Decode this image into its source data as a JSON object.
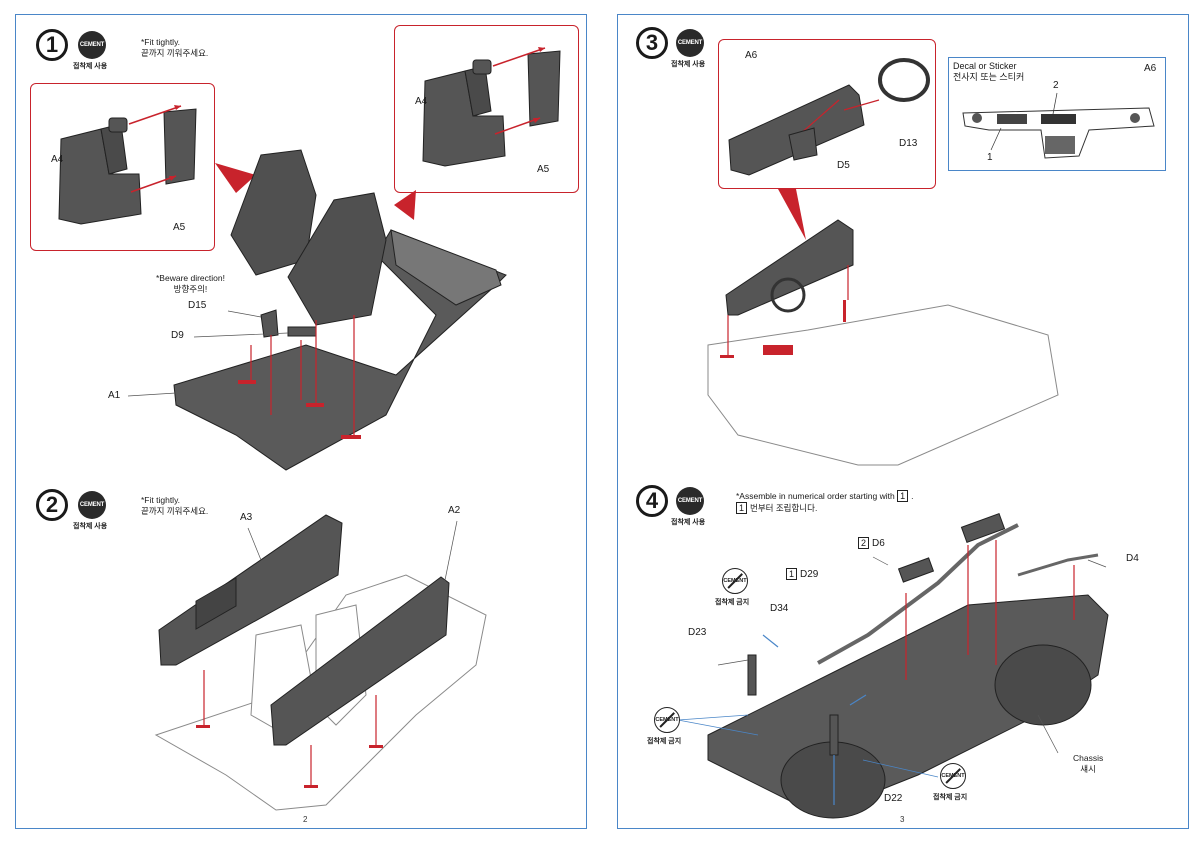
{
  "left_page": {
    "number": "2",
    "step1": {
      "number": "1",
      "cement_icon": "CEMENT",
      "cement_caption": "접착제 사용",
      "note_en": "*Fit tightly.",
      "note_ko": "끝까지 끼워주세요.",
      "direction_note_en": "*Beware direction!",
      "direction_note_ko": "방향주의!",
      "labels": {
        "a4_left": "A4",
        "a5_left": "A5",
        "a4_right": "A4",
        "a5_right": "A5",
        "d15": "D15",
        "d9": "D9",
        "a1": "A1"
      }
    },
    "step2": {
      "number": "2",
      "cement_icon": "CEMENT",
      "cement_caption": "접착제 사용",
      "note_en": "*Fit tightly.",
      "note_ko": "끝까지 끼워주세요.",
      "labels": {
        "a3": "A3",
        "a2": "A2"
      }
    }
  },
  "right_page": {
    "number": "3",
    "step3": {
      "number": "3",
      "cement_icon": "CEMENT",
      "cement_caption": "접착제 사용",
      "labels": {
        "a6": "A6",
        "d5": "D5",
        "d13": "D13"
      },
      "decal_box": {
        "title_en": "Decal or Sticker",
        "title_ko": "전사지 또는 스티커",
        "part": "A6",
        "num1": "1",
        "num2": "2"
      }
    },
    "step4": {
      "number": "4",
      "cement_icon": "CEMENT",
      "cement_caption": "접착제 사용",
      "note_en_prefix": "*Assemble in numerical order starting with",
      "note_box_num": "1",
      "note_ko_suffix": "번부터 조립합니다.",
      "no_cement_icon": "CEMENT",
      "no_cement_caption": "접착제 금지",
      "labels": {
        "seq1": "1",
        "d29": "D29",
        "seq2": "2",
        "d6": "D6",
        "d4": "D4",
        "d34": "D34",
        "d23": "D23",
        "d22": "D22",
        "chassis_en": "Chassis",
        "chassis_ko": "섀시"
      }
    }
  },
  "colors": {
    "frame_blue": "#4a86c8",
    "callout_red": "#c8232c",
    "part_gray": "#555555",
    "outline_gray": "#8a8a8a"
  }
}
